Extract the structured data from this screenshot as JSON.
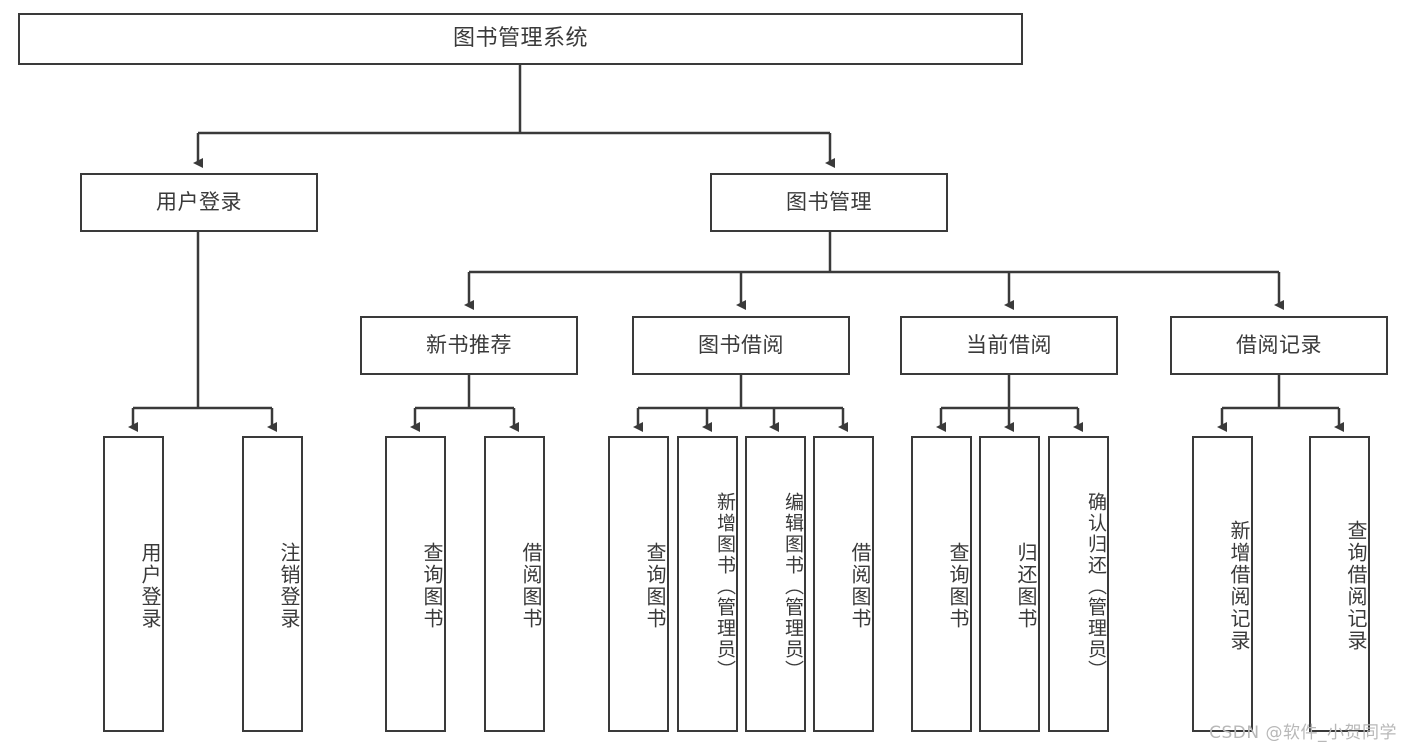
{
  "diagram": {
    "title": "图书管理系统",
    "watermark": "CSDN @软件_小贺同学",
    "stroke_color": "#3a3a3a",
    "background_color": "#ffffff",
    "watermark_color": "#b8b8b8"
  },
  "root": {
    "label": "图书管理系统"
  },
  "level2": [
    {
      "label": "用户登录"
    },
    {
      "label": "图书管理"
    }
  ],
  "level3": [
    {
      "label": "新书推荐"
    },
    {
      "label": "图书借阅"
    },
    {
      "label": "当前借阅"
    },
    {
      "label": "借阅记录"
    }
  ],
  "leaves": {
    "user_login": [
      {
        "label": "用户登录"
      },
      {
        "label": "注销登录"
      }
    ],
    "new_book": [
      {
        "label": "查询图书"
      },
      {
        "label": "借阅图书"
      }
    ],
    "book_borrow": [
      {
        "label": "查询图书"
      },
      {
        "label": "新增图书（管理员）"
      },
      {
        "label": "编辑图书（管理员）"
      },
      {
        "label": "借阅图书"
      }
    ],
    "current_borrow": [
      {
        "label": "查询图书"
      },
      {
        "label": "归还图书"
      },
      {
        "label": "确认归还（管理员）"
      }
    ],
    "borrow_record": [
      {
        "label": "新增借阅记录"
      },
      {
        "label": "查询借阅记录"
      }
    ]
  }
}
